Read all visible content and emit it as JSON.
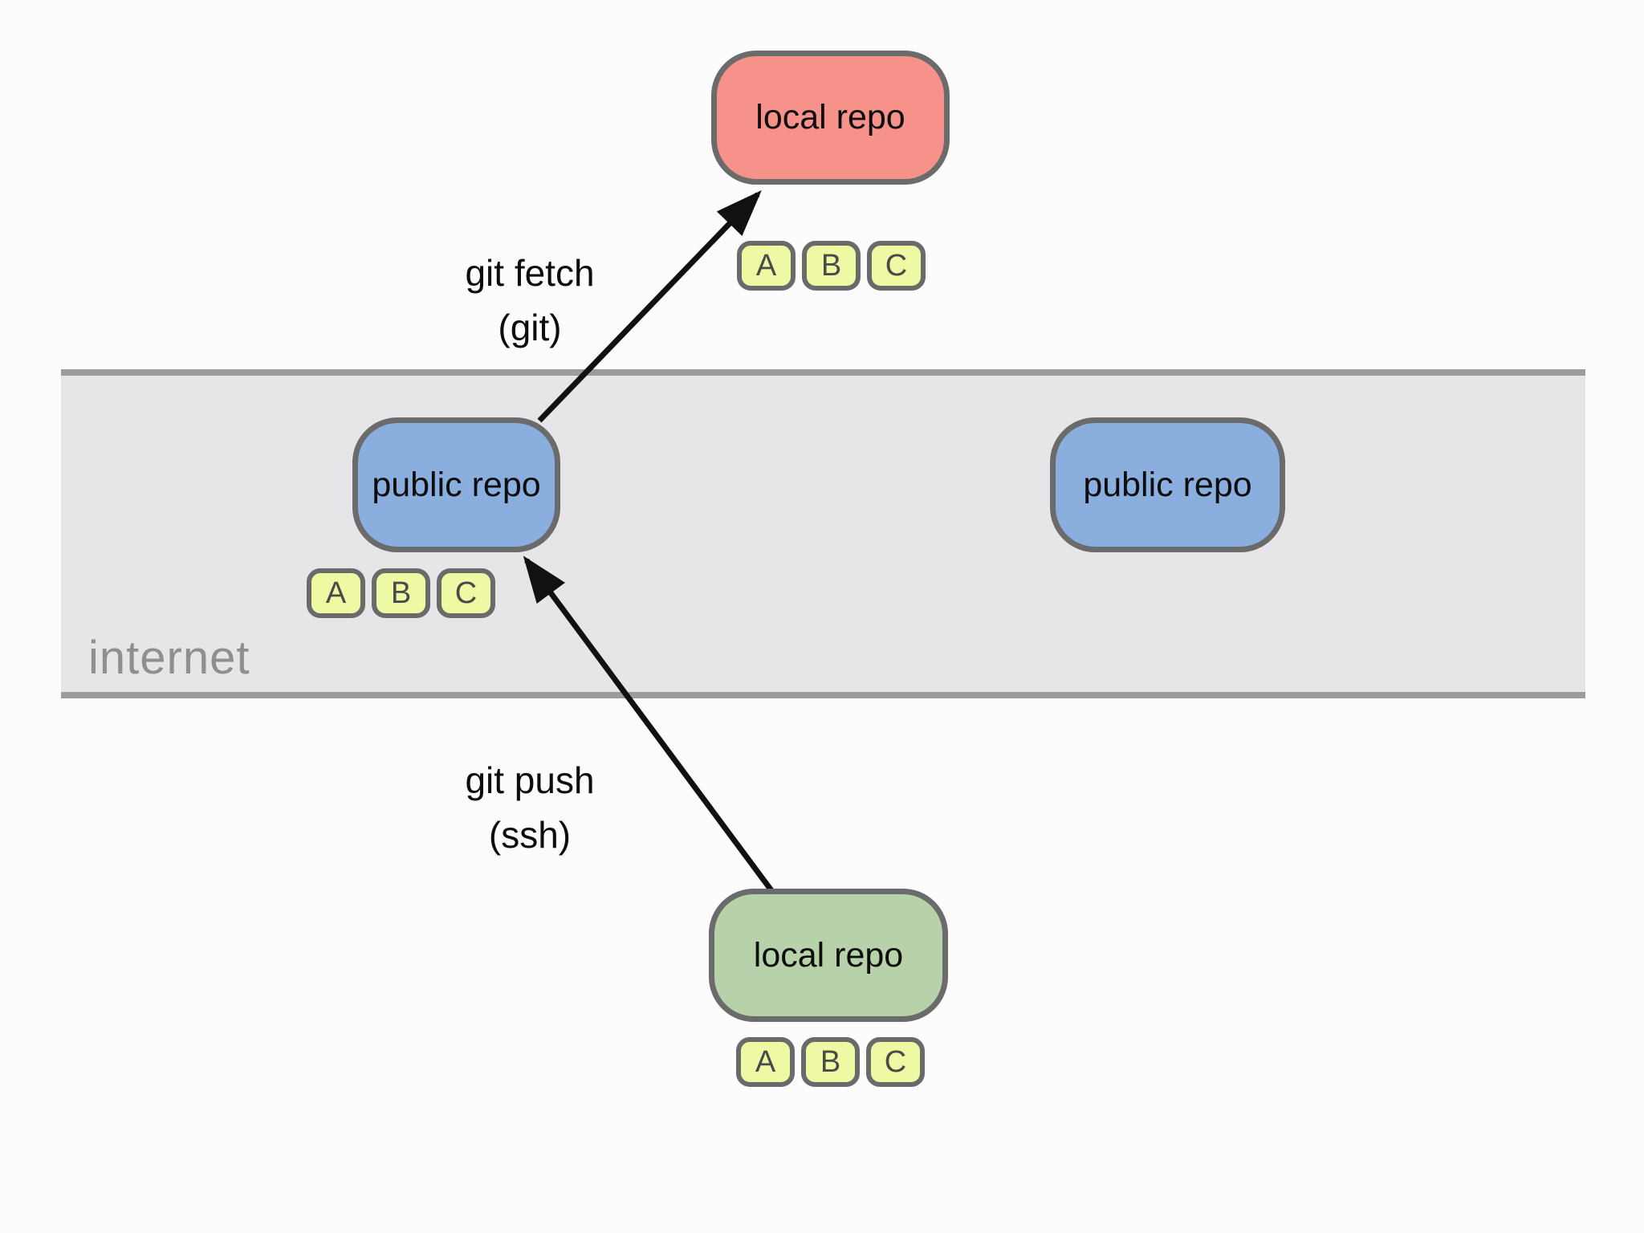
{
  "diagram": {
    "internet_band": {
      "label": "internet"
    },
    "nodes": {
      "local_repo_top": {
        "label": "local repo"
      },
      "public_repo_left": {
        "label": "public repo"
      },
      "public_repo_right": {
        "label": "public repo"
      },
      "local_repo_bottom": {
        "label": "local repo"
      }
    },
    "commit_chips": [
      "A",
      "B",
      "C"
    ],
    "arrows": {
      "fetch": {
        "line1": "git fetch",
        "line2": "(git)"
      },
      "push": {
        "line1": "git push",
        "line2": "(ssh)"
      }
    },
    "colors": {
      "page-bg": "#fcfcfc",
      "band-fill": "#e6e5e7",
      "band-border": "#9c9c9c",
      "band-label": "#8f8f8f",
      "local-top-fill": "#f7928b",
      "public-fill": "#8aaede",
      "local-bottom-fill": "#b7d2aa",
      "chip-fill": "#eff8a2",
      "chip-border": "#6a6a6a",
      "node-border": "#6b6b6b",
      "arrow": "#111111"
    }
  }
}
